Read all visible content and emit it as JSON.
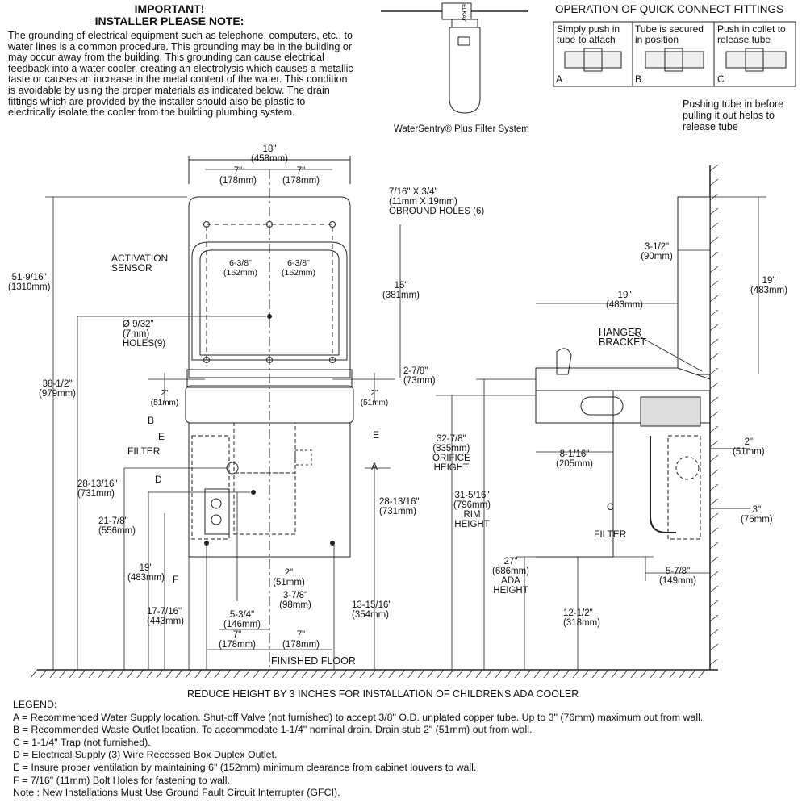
{
  "important": {
    "title1": "IMPORTANT!",
    "title2": "INSTALLER PLEASE NOTE:",
    "body": "The grounding of electrical equipment such as telephone, computers, etc., to water lines is a common procedure. This grounding may be in the building or may occur away from the building. This grounding can cause electrical feedback into a water cooler, creating an electrolysis which causes a metallic taste or causes an increase in the metal content of the water. This condition is avoidable by using the proper materials as indicated below. The drain fittings which are provided by the installer should also be plastic to electrically isolate the cooler from the building plumbing system."
  },
  "filter": {
    "caption": "WaterSentry® Plus Filter System",
    "brand": "ELKAY"
  },
  "quick_connect": {
    "title": "OPERATION OF QUICK CONNECT FITTINGS",
    "cells": [
      {
        "letter": "A",
        "text1": "Simply push in",
        "text2": "tube to attach"
      },
      {
        "letter": "B",
        "text1": "Tube is secured",
        "text2": "in position"
      },
      {
        "letter": "C",
        "text1": "Push in collet to",
        "text2": "release tube"
      }
    ],
    "note1": "Pushing tube in before",
    "note2": "pulling it out helps to",
    "note3": "release tube"
  },
  "front": {
    "w18": "18\"",
    "w18mm": "(458mm)",
    "w7a": "7\"",
    "w7amm": "(178mm)",
    "w7b": "7\"",
    "w7bmm": "(178mm)",
    "obround1": "7/16\" X 3/4\"",
    "obround2": "(11mm X 19mm)",
    "obround3": "OBROUND HOLES (6)",
    "sensor1": "ACTIVATION",
    "sensor2": "SENSOR",
    "d638a": "6-3/8\"",
    "d638amm": "(162mm)",
    "d638b": "6-3/8\"",
    "d638bmm": "(162mm)",
    "h15": "15\"",
    "h15mm": "(381mm)",
    "h5116": "51-9/16\"",
    "h5116mm": "(1310mm)",
    "holes1": "Ø 9/32\"",
    "holes2": "(7mm)",
    "holes3": "HOLES(9)",
    "h278": "2-7/8\"",
    "h278mm": "(73mm)",
    "h3812": "38-1/2\"",
    "h3812mm": "(979mm)",
    "d2a": "2\"",
    "d2amm": "(51mm)",
    "d2b": "2\"",
    "d2bmm": "(51mm)",
    "lblB": "B",
    "lblE1": "E",
    "lblE2": "E",
    "lblFilter": "FILTER",
    "lblA": "A",
    "lblD": "D",
    "lblF": "F",
    "h281316a": "28-13/16\"",
    "h281316amm": "(731mm)",
    "h281316b": "28-13/16\"",
    "h281316bmm": "(731mm)",
    "h2178": "21-7/8\"",
    "h2178mm": "(556mm)",
    "h19": "19\"",
    "h19mm": "(483mm)",
    "h17716": "17-7/16\"",
    "h17716mm": "(443mm)",
    "d2c": "2\"",
    "d2cmm": "(51mm)",
    "d378": "3-7/8\"",
    "d378mm": "(98mm)",
    "d534": "5-3/4\"",
    "d534mm": "(146mm)",
    "h131516": "13-15/16\"",
    "h131516mm": "(354mm)",
    "b7a": "7\"",
    "b7amm": "(178mm)",
    "b7b": "7\"",
    "b7bmm": "(178mm)",
    "floor": "FINISHED FLOOR"
  },
  "side": {
    "d312": "3-1/2\"",
    "d312mm": "(90mm)",
    "h19": "19\"",
    "h19mm": "(483mm)",
    "w19": "19\"",
    "w19mm": "(483mm)",
    "hanger1": "HANGER",
    "hanger2": "BRACKET",
    "h3278": "32-7/8\"",
    "h3278mm": "(835mm)",
    "orifice1": "ORIFICE",
    "orifice2": "HEIGHT",
    "h31516": "31-5/16\"",
    "h31516mm": "(796mm)",
    "rim1": "RIM",
    "rim2": "HEIGHT",
    "d8116": "8-1/16\"",
    "d8116mm": "(205mm)",
    "d2": "2\"",
    "d2mm": "(51mm)",
    "lblC": "C",
    "d3": "3\"",
    "d3mm": "(76mm)",
    "filter": "FILTER",
    "h27": "27\"",
    "h27mm": "(686mm)",
    "ada1": "ADA",
    "ada2": "HEIGHT",
    "d578": "5-7/8\"",
    "d578mm": "(149mm)",
    "h1212": "12-1/2\"",
    "h1212mm": "(318mm)"
  },
  "reduce_note": "REDUCE HEIGHT BY 3 INCHES FOR INSTALLATION OF CHILDRENS ADA COOLER",
  "legend": {
    "title": "LEGEND:",
    "items": [
      "A = Recommended Water Supply location. Shut-off Valve (not furnished) to accept 3/8\" O.D. unplated copper tube. Up to 3\" (76mm) maximum out from wall.",
      "B = Recommended Waste Outlet location. To accommodate 1-1/4\" nominal drain. Drain stub 2\" (51mm) out from wall.",
      "C = 1-1/4\" Trap (not furnished).",
      "D = Electrical Supply (3) Wire Recessed Box Duplex Outlet.",
      "E = Insure proper ventilation by maintaining 6\" (152mm) minimum clearance from cabinet louvers to wall.",
      "F = 7/16\" (11mm) Bolt Holes for fastening to wall.",
      "Note : New Installations Must Use Ground Fault Circuit Interrupter (GFCI)."
    ]
  }
}
